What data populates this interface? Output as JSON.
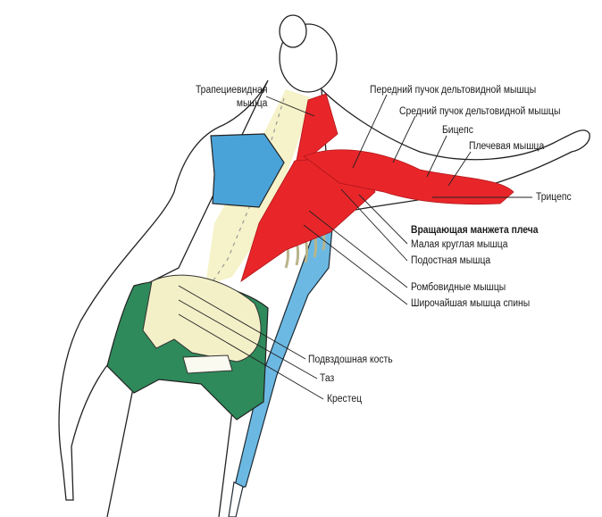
{
  "labels": {
    "trapezius_1": "Трапециевидная",
    "trapezius_2": "мышца",
    "anterior_deltoid": "Передний пучок дельтовидной мышцы",
    "middle_deltoid": "Средний пучок дельтовидной мышцы",
    "biceps": "Бицепс",
    "brachialis": "Плечевая мышца",
    "triceps": "Трицепс",
    "rotator_cuff": "Вращающая манжета плеча",
    "teres_minor": "Малая круглая мышца",
    "infraspinatus": "Подостная мышца",
    "rhomboids": "Ромбовидные мышцы",
    "latissimus": "Широчайшая мышца спины",
    "ilium": "Подвздошная кость",
    "pelvis": "Таз",
    "sacrum": "Крестец"
  },
  "colors": {
    "muscle": "#e8262a",
    "top": "#4aa3d8",
    "shorts": "#2e8a5a",
    "bone": "#f3f0c8",
    "chair": "#5fb3e0"
  }
}
